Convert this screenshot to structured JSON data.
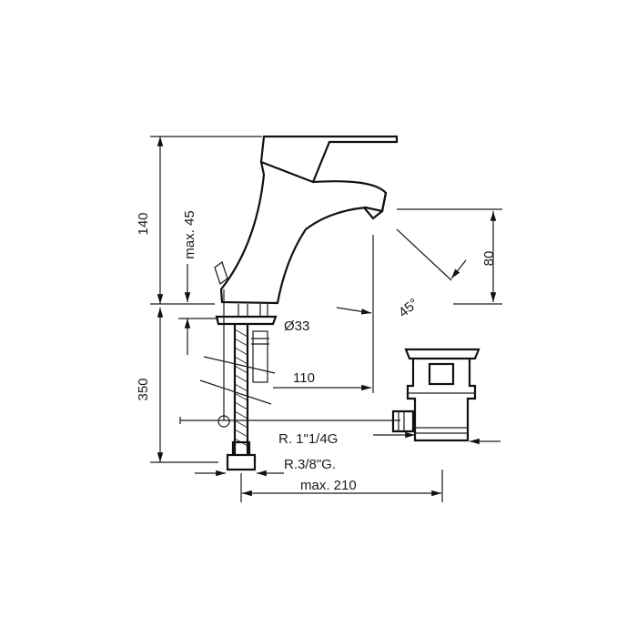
{
  "dimensions": {
    "height_total_upper": "140",
    "height_max": "max. 45",
    "height_lower": "350",
    "diameter": "Ø33",
    "reach": "110",
    "outlet_height": "80",
    "angle": "45°",
    "thread_waste": "R. 1\"1/4G",
    "thread_supply": "R.3/8\"G.",
    "max_length": "max. 210"
  }
}
